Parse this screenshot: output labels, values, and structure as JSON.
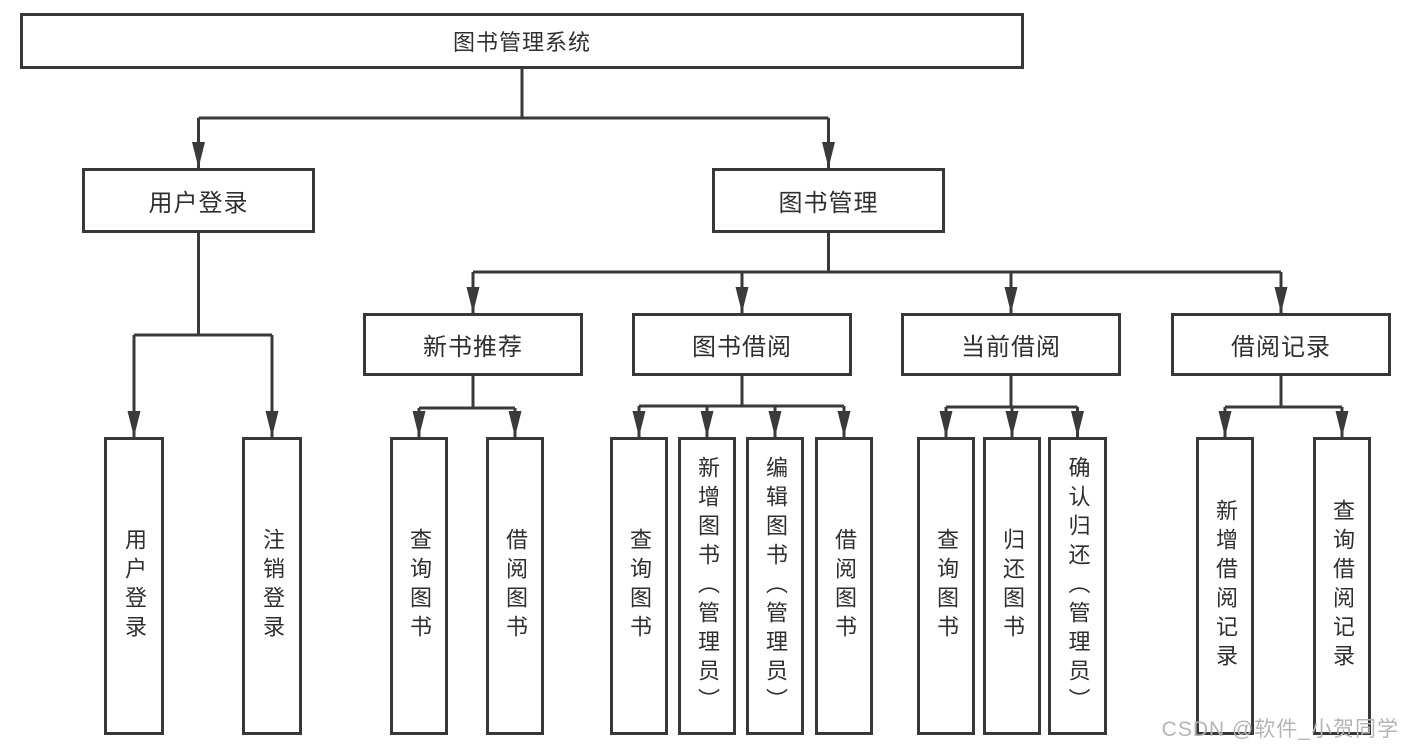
{
  "diagram": {
    "title": "图书管理系统",
    "tree": {
      "root": {
        "label": "图书管理系统"
      },
      "branches": [
        {
          "label": "用户登录",
          "children": [
            {
              "label": "用户登录"
            },
            {
              "label": "注销登录"
            }
          ]
        },
        {
          "label": "图书管理",
          "children": [
            {
              "label": "新书推荐",
              "children": [
                {
                  "label": "查询图书"
                },
                {
                  "label": "借阅图书"
                }
              ]
            },
            {
              "label": "图书借阅",
              "children": [
                {
                  "label": "查询图书"
                },
                {
                  "label": "新增图书（管理员）"
                },
                {
                  "label": "编辑图书（管理员）"
                },
                {
                  "label": "借阅图书"
                }
              ]
            },
            {
              "label": "当前借阅",
              "children": [
                {
                  "label": "查询图书"
                },
                {
                  "label": "归还图书"
                },
                {
                  "label": "确认归还（管理员）"
                }
              ]
            },
            {
              "label": "借阅记录",
              "children": [
                {
                  "label": "新增借阅记录"
                },
                {
                  "label": "查询借阅记录"
                }
              ]
            }
          ]
        }
      ]
    },
    "watermark": "CSDN @软件_小贺同学",
    "colors": {
      "line": "#3a3a3a",
      "box_border": "#383838",
      "text": "#2f2f2f",
      "background": "#ffffff",
      "watermark": "#b5b5b5"
    }
  }
}
